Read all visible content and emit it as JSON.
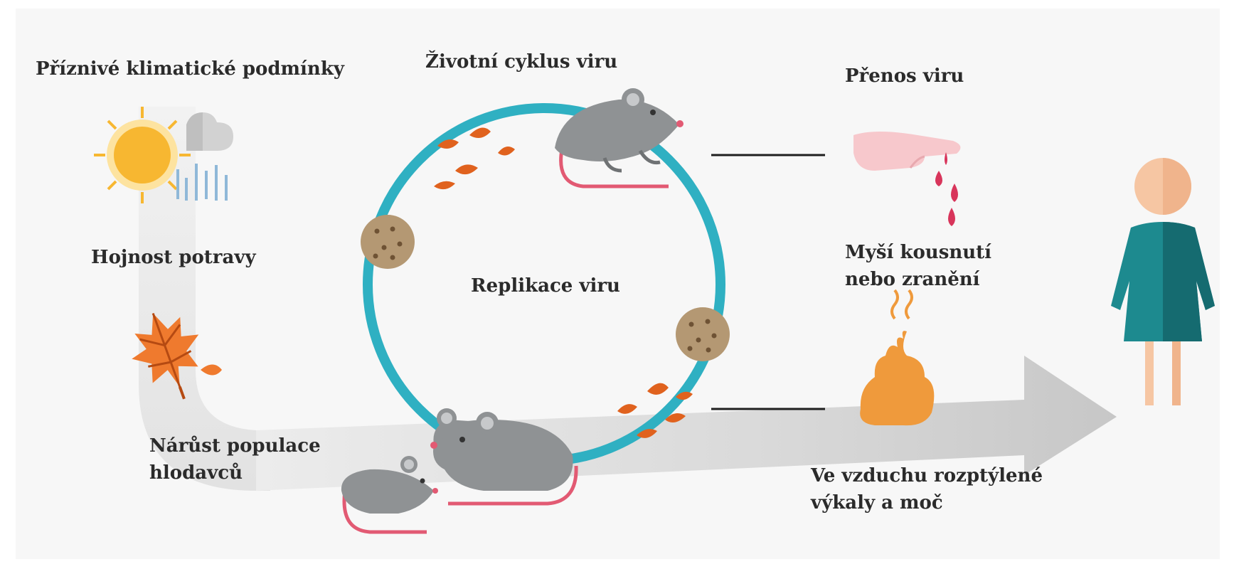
{
  "labels": {
    "climate": "Příznivé klimatické podmínky",
    "food": "Hojnost potravy",
    "population_line1": "Nárůst populace",
    "population_line2": "hlodavců",
    "lifecycle": "Životní cyklus viru",
    "replication": "Replikace viru",
    "transmission": "Přenos viru",
    "bite_line1": "Myší kousnutí",
    "bite_line2": "nebo zranění",
    "airborne_line1": "Ve vzduchu rozptýlené",
    "airborne_line2": "výkaly a moč"
  },
  "icons": {
    "weather": "sun-rain-cloud-icon",
    "leaf": "autumn-leaf-icon",
    "seed": "seed-cookie-icon",
    "mouse": "mouse-icon",
    "finger": "bleeding-finger-icon",
    "droppings": "droppings-icon",
    "person": "person-icon"
  },
  "colors": {
    "background": "#f7f7f7",
    "cycle_ring": "#2fb0c2",
    "flow_arrow": "#d6d6d6",
    "mouse_body": "#8f9294",
    "mouse_tail": "#e25a73",
    "leaf": "#e0621e",
    "sun": "#f7b731",
    "rain": "#8fb8d8",
    "seed": "#b49873",
    "blood": "#d8355b",
    "droppings": "#ef9a3c",
    "person_body": "#1d8a8f",
    "person_skin": "#f6c6a3",
    "text": "#2b2b2b"
  }
}
